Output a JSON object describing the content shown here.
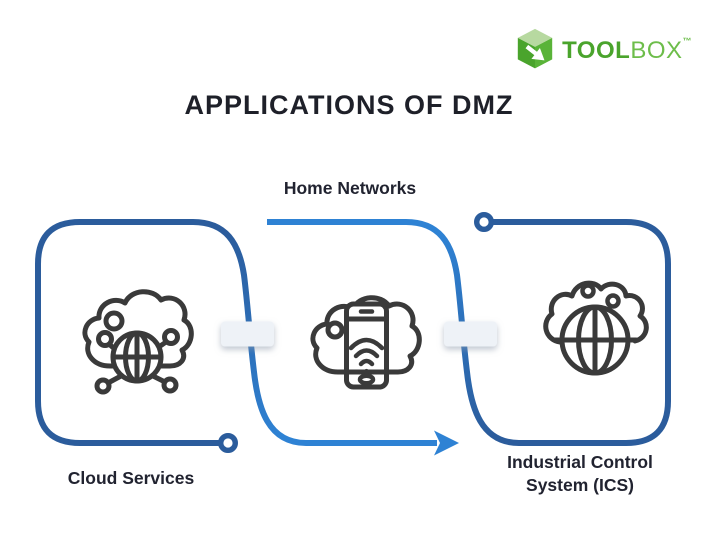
{
  "page": {
    "background_color": "#ffffff"
  },
  "header": {
    "logo": {
      "name": "Toolbox",
      "brand_bold": "TOOL",
      "brand_regular": "BOX",
      "trademark": "™",
      "colors": {
        "cube_top": "#b7d9a0",
        "cube_left": "#4aa42c",
        "cube_right": "#59b338",
        "text_bold": "#4aa42c",
        "text_regular": "#6dbd4a"
      }
    }
  },
  "title": {
    "text": "APPLICATIONS OF DMZ",
    "color": "#1e2029"
  },
  "diagram": {
    "type": "flow",
    "colors": {
      "navy": "#2b5c9c",
      "bright_blue": "#2e82d4",
      "icon_stroke": "#3a3a3a",
      "gate_fill": "#eef2f7",
      "label_color": "#212330"
    },
    "flow_order": [
      "Cloud Services",
      "Home Networks",
      "Industrial Control System (ICS)"
    ],
    "nodes": [
      {
        "id": "cloud-services",
        "label": "Cloud Services",
        "icon": "cloud-network-globe-icon",
        "label_position": "below-left"
      },
      {
        "id": "home-networks",
        "label": "Home Networks",
        "icon": "cloud-smartphone-wifi-icon",
        "label_position": "above-center"
      },
      {
        "id": "industrial-control-system",
        "label": "Industrial Control System (ICS)",
        "icon": "globe-cloud-icon",
        "label_position": "below-right"
      }
    ]
  }
}
